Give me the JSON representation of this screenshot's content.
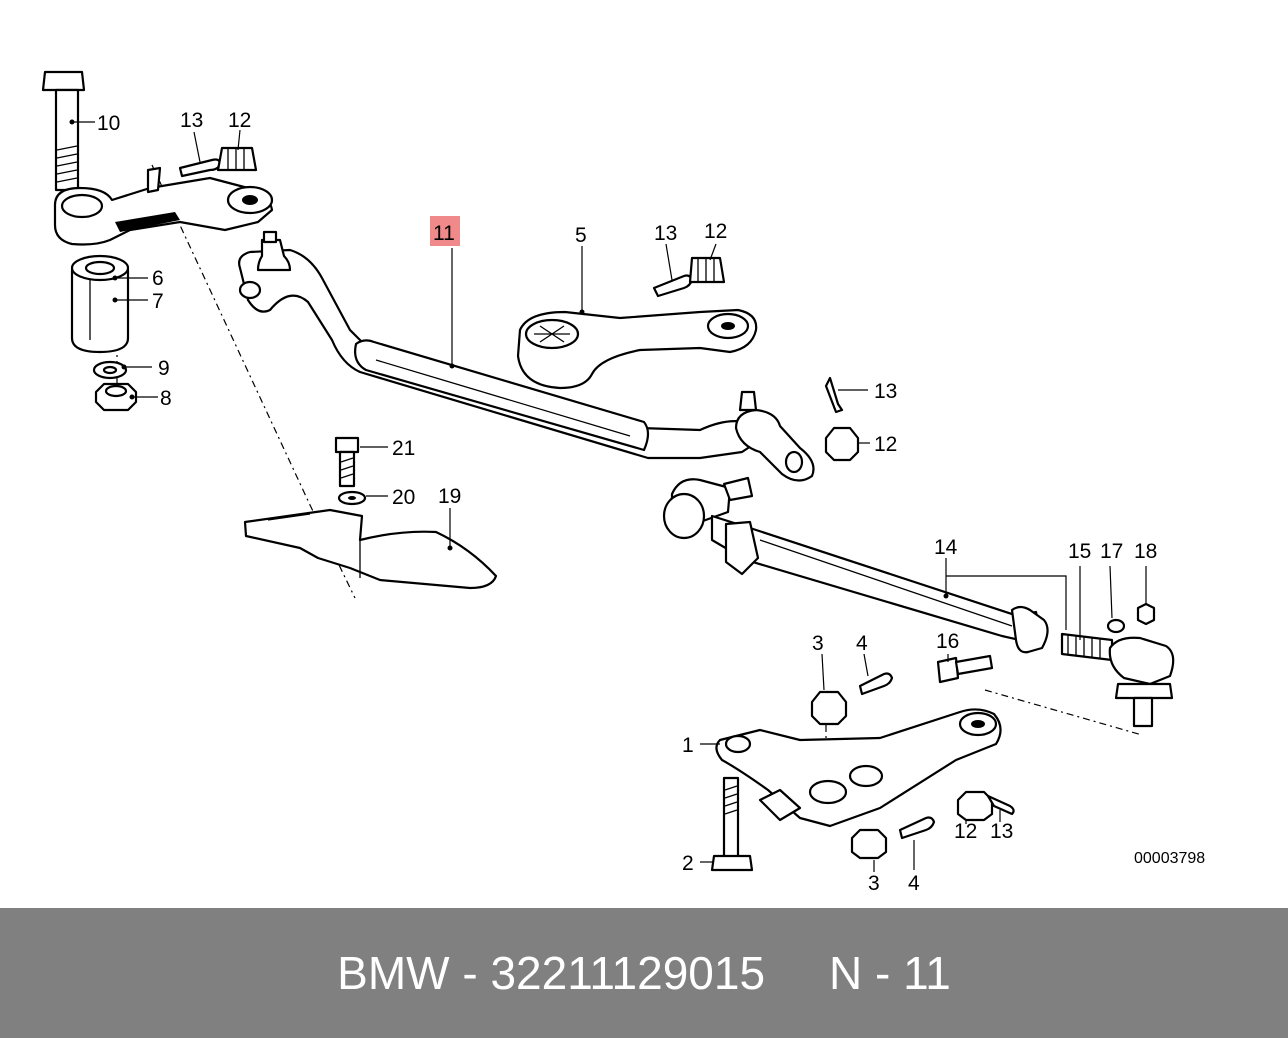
{
  "diagram": {
    "highlighted_callout": "11",
    "callouts": {
      "c10": "10",
      "c13a": "13",
      "c12a": "12",
      "c6": "6",
      "c7": "7",
      "c9": "9",
      "c8": "8",
      "c11": "11",
      "c5": "5",
      "c13b": "13",
      "c12b": "12",
      "c13c": "13",
      "c12c": "12",
      "c21": "21",
      "c20": "20",
      "c19": "19",
      "c14": "14",
      "c15": "15",
      "c17": "17",
      "c18": "18",
      "c16": "16",
      "c3a": "3",
      "c4a": "4",
      "c1": "1",
      "c2": "2",
      "c3b": "3",
      "c4b": "4",
      "c12d": "12",
      "c13d": "13"
    },
    "reference_code": "00003798"
  },
  "footer": {
    "brand": "BMW",
    "separator": " - ",
    "part_number": "32211129015",
    "callout_label": "N - 11"
  },
  "colors": {
    "footer_bg": "#808080",
    "footer_text": "#ffffff",
    "highlight": "#f08a8a"
  }
}
